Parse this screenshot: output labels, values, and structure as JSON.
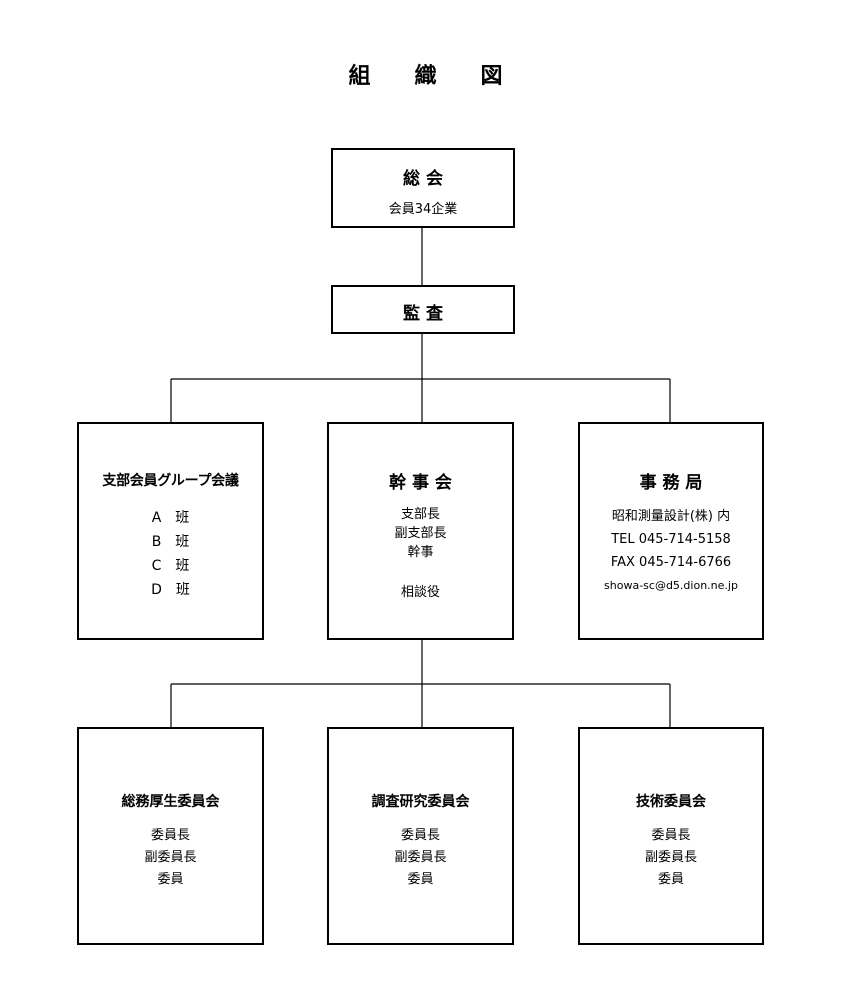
{
  "title": [
    "組",
    "織",
    "図"
  ],
  "general_meeting": {
    "title": "総 会",
    "subtitle": "会員34企業"
  },
  "audit": {
    "title": "監 査"
  },
  "branch_group_meeting": {
    "title": "支部会員グループ会議",
    "groups": [
      "A　班",
      "B　班",
      "C　班",
      "D　班"
    ]
  },
  "board": {
    "title": "幹 事 会",
    "roles": [
      "支部長",
      "副支部長",
      "幹事"
    ],
    "advisor": "相談役"
  },
  "secretariat": {
    "title": "事 務 局",
    "office": "昭和測量設計(株) 内",
    "tel": "TEL 045-714-5158",
    "fax": "FAX 045-714-6766",
    "email": "showa-sc@d5.dion.ne.jp"
  },
  "committees": [
    {
      "title": "総務厚生委員会",
      "roles": [
        "委員長",
        "副委員長",
        "委員"
      ]
    },
    {
      "title": "調査研究委員会",
      "roles": [
        "委員長",
        "副委員長",
        "委員"
      ]
    },
    {
      "title": "技術委員会",
      "roles": [
        "委員長",
        "副委員長",
        "委員"
      ]
    }
  ]
}
